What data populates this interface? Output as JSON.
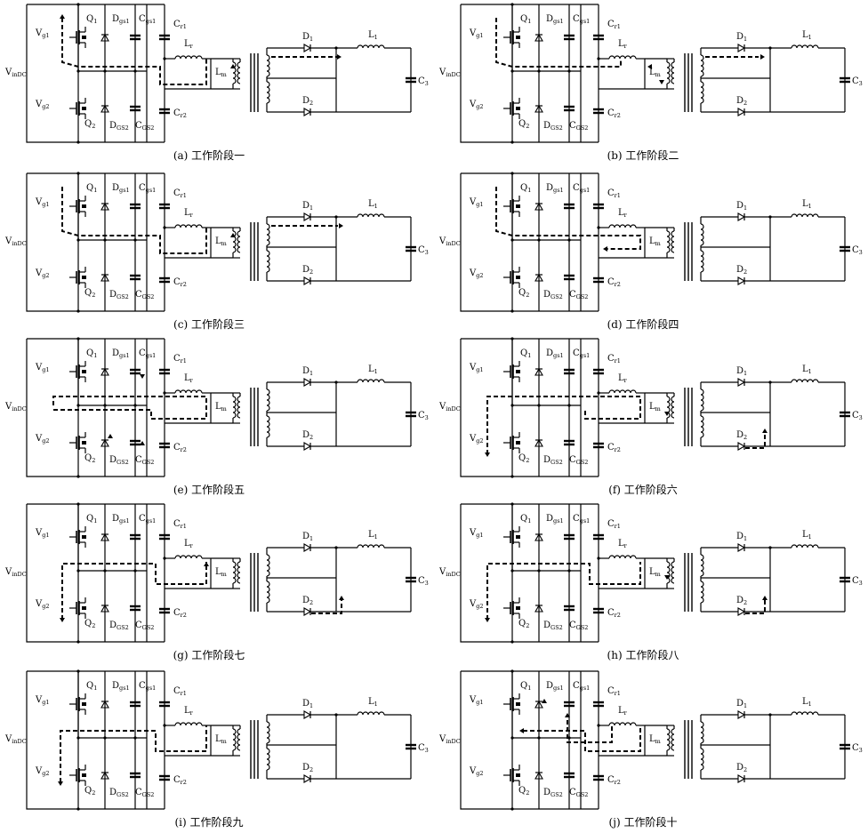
{
  "labels": {
    "vin": "V",
    "vin_sub": "inDC",
    "vg1": "V",
    "vg1_sub": "g1",
    "vg2": "V",
    "vg2_sub": "g2",
    "q1": "Q",
    "q1_sub": "1",
    "q2": "Q",
    "q2_sub": "2",
    "dgs1": "D",
    "dgs1_sub": "gs1",
    "dgs2": "D",
    "dgs2_sub": "GS2",
    "cgs1": "C",
    "cgs1_sub": "gs1",
    "cgs2": "C",
    "cgs2_sub": "GS2",
    "cr1": "C",
    "cr1_sub": "r1",
    "cr2": "C",
    "cr2_sub": "r2",
    "lr": "L",
    "lr_sub": "r",
    "lm": "L",
    "lm_sub": "m",
    "d1": "D",
    "d1_sub": "1",
    "d2": "D",
    "d2_sub": "2",
    "l1": "L",
    "l1_sub": "1",
    "c3": "C",
    "c3_sub": "3"
  },
  "panels": [
    {
      "id": "a",
      "caption": "(a) 工作阶段一"
    },
    {
      "id": "b",
      "caption": "(b) 工作阶段二"
    },
    {
      "id": "c",
      "caption": "(c) 工作阶段三"
    },
    {
      "id": "d",
      "caption": "(d) 工作阶段四"
    },
    {
      "id": "e",
      "caption": "(e) 工作阶段五"
    },
    {
      "id": "f",
      "caption": "(f) 工作阶段六"
    },
    {
      "id": "g",
      "caption": "(g) 工作阶段七"
    },
    {
      "id": "h",
      "caption": "(h) 工作阶段八"
    },
    {
      "id": "i",
      "caption": "(i) 工作阶段九"
    },
    {
      "id": "j",
      "caption": "(j) 工作阶段十"
    }
  ]
}
